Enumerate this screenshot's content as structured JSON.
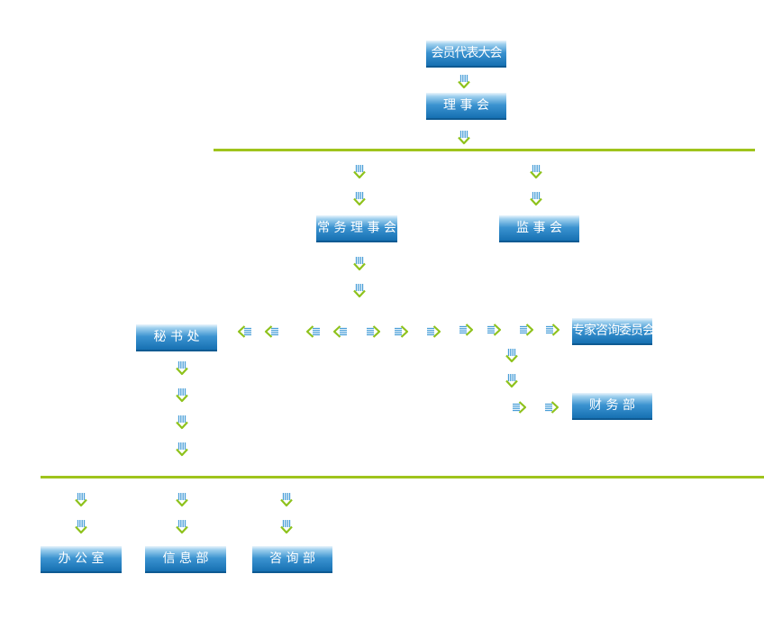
{
  "nodes": {
    "assembly": "会员代表大会",
    "council": "理 事 会",
    "standing_council": "常 务 理 事 会",
    "supervisory_board": "监 事 会",
    "secretariat": "秘 书 处",
    "expert_committee": "专家咨询委员会",
    "finance_dept": "财 务 部",
    "office": "办 公 室",
    "info_dept": "信 息 部",
    "consulting_dept": "咨 询 部"
  },
  "colors": {
    "box_top": "#eaf5fc",
    "box_bottom": "#1670b2",
    "line": "#9fc41c",
    "arrow_outline": "#8ec21c",
    "arrow_fill": "#4a9fd8"
  }
}
